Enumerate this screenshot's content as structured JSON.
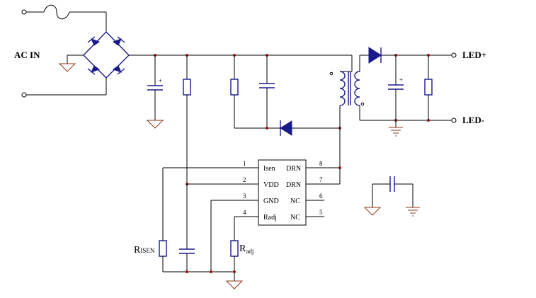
{
  "labels": {
    "ac_in": "AC IN",
    "led_plus": "LED+",
    "led_minus": "LED-",
    "risen_main": "R",
    "risen_sub": "ISEN",
    "radj_main": "R",
    "radj_sub": "adj"
  },
  "ic": {
    "left_pins": [
      {
        "number": "1",
        "label": "Isen"
      },
      {
        "number": "2",
        "label": "VDD"
      },
      {
        "number": "3",
        "label": "GND"
      },
      {
        "number": "4",
        "label": "Radj"
      }
    ],
    "right_pins": [
      {
        "number": "8",
        "label": "DRN"
      },
      {
        "number": "7",
        "label": "DRN"
      },
      {
        "number": "6",
        "label": "NC"
      },
      {
        "number": "5",
        "label": "NC"
      }
    ]
  },
  "colors": {
    "wire": "#000000",
    "component": "#1a1a8c",
    "ground": "#8a3a1a",
    "junction": "#8b1a1a"
  }
}
